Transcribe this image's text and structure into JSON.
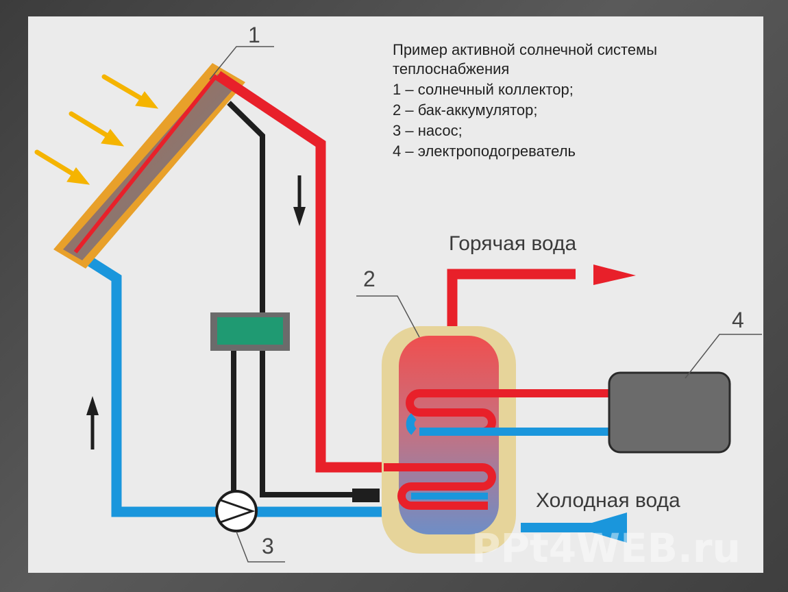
{
  "caption": {
    "line1": "Пример активной солнечной системы",
    "line2": "теплоснабжения",
    "items": [
      "1 – солнечный коллектор;",
      "2 – бак-аккумулятор;",
      "3 – насос;",
      "4 – электроподогреватель"
    ]
  },
  "labels": {
    "hot_water": "Горячая вода",
    "cold_water": "Холодная вода",
    "n1": "1",
    "n2": "2",
    "n3": "3",
    "n4": "4"
  },
  "watermark": "PPt4WEB.ru",
  "colors": {
    "hot": "#e8202a",
    "cold": "#1a96dc",
    "black": "#1e1e1e",
    "collector": "#e8a02a",
    "sun": "#f5b400",
    "tank_shell": "#e6d49a",
    "controller": "#1f9a72",
    "heater": "#6b6b6b"
  }
}
